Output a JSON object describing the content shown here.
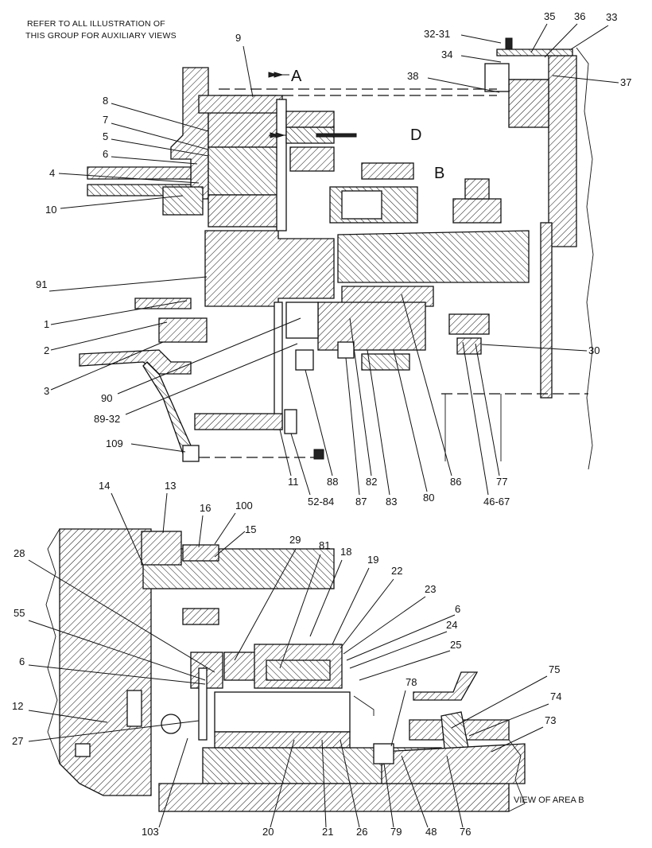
{
  "notes": {
    "header_line1": "REFER TO ALL ILLUSTRATION OF",
    "header_line2": "THIS GROUP FOR AUXILIARY VIEWS",
    "view_caption": "VIEW OF AREA B"
  },
  "view_markers": {
    "a": "A",
    "b": "B",
    "d": "D"
  },
  "callouts_top": {
    "c9": "9",
    "c3231": "32-31",
    "c35": "35",
    "c36": "36",
    "c33": "33",
    "c34": "34",
    "c38": "38",
    "c37": "37",
    "c8": "8",
    "c7": "7",
    "c5": "5",
    "c6": "6",
    "c4": "4",
    "c10": "10",
    "c91": "91",
    "c1": "1",
    "c2": "2",
    "c3": "3",
    "c90": "90",
    "c8932": "89-32",
    "c30": "30",
    "c109": "109",
    "c11": "11",
    "c5284": "52-84",
    "c88": "88",
    "c87": "87",
    "c82": "82",
    "c83": "83",
    "c80": "80",
    "c86": "86",
    "c4667": "46-67",
    "c77": "77"
  },
  "callouts_bottom": {
    "c14": "14",
    "c13": "13",
    "c16": "16",
    "c100": "100",
    "c15": "15",
    "c28": "28",
    "c29": "29",
    "c81": "81",
    "c18": "18",
    "c19": "19",
    "c22": "22",
    "c23": "23",
    "c55": "55",
    "c6": "6",
    "c24": "24",
    "c25": "25",
    "c6b": "6",
    "c78": "78",
    "c75": "75",
    "c74": "74",
    "c12": "12",
    "c27": "27",
    "c73": "73",
    "c103": "103",
    "c20": "20",
    "c21": "21",
    "c26": "26",
    "c79": "79",
    "c48": "48",
    "c76": "76"
  }
}
